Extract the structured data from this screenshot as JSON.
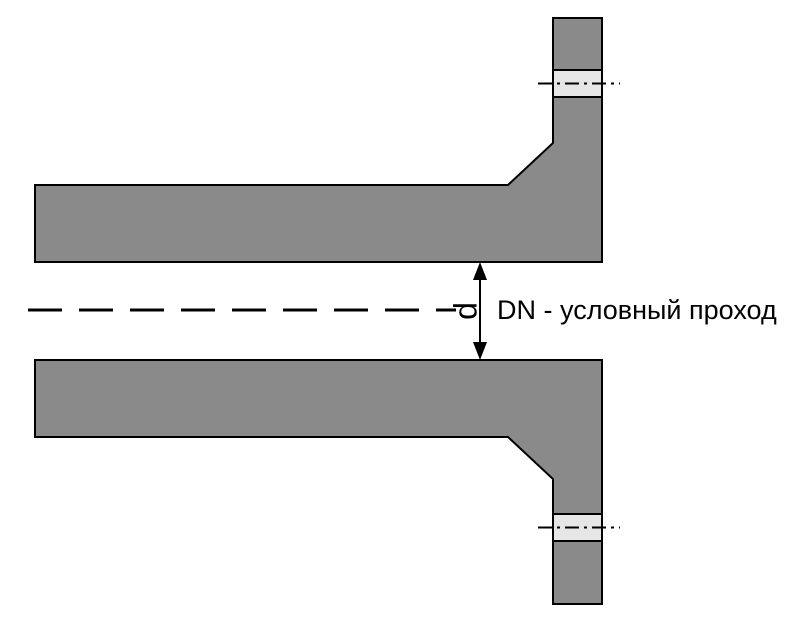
{
  "diagram": {
    "kind": "pipe-flange-cross-section",
    "labels": {
      "diameter": "d",
      "dn": "DN - условный проход"
    },
    "colors": {
      "pipe_fill": "#8a8a8a",
      "bolt_slot_fill": "#e6e6e6",
      "line": "#000000",
      "background": "#ffffff"
    }
  }
}
